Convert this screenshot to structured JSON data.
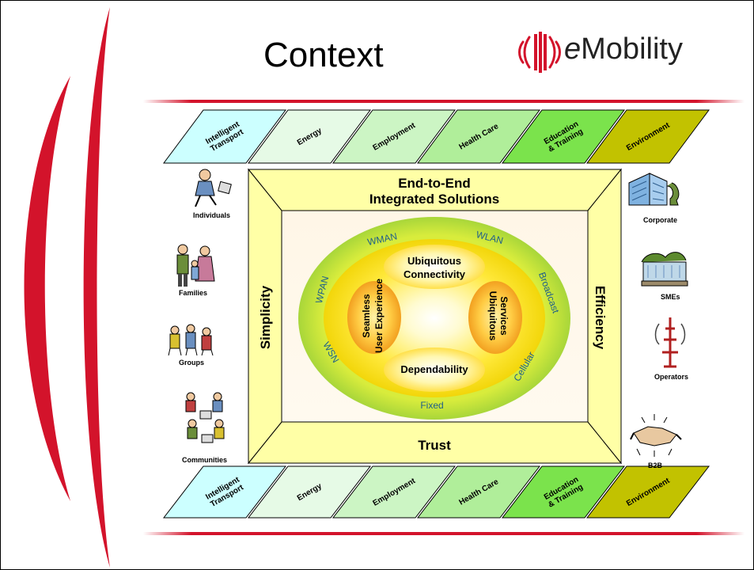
{
  "title": "Context",
  "logo": {
    "prefix": "e",
    "name": "Mobility"
  },
  "sectors": [
    "Intelligent\nTransport",
    "Energy",
    "Employment",
    "Health Care",
    "Education\n& Training",
    "Environment"
  ],
  "sector_colors": [
    "#ccffff",
    "#e6fae6",
    "#ccf5c4",
    "#b0ee9a",
    "#7be34c",
    "#c2c200"
  ],
  "frame": {
    "top": "End-to-End\nIntegrated Solutions",
    "bottom": "Trust",
    "left": "Simplicity",
    "right": "Efficiency"
  },
  "core": {
    "top": "Ubiquitous\nConnectivity",
    "bottom": "Dependability",
    "left": "Seamless\nUser Experience",
    "right": "Ubiquitous\nServices"
  },
  "ring": [
    "WMAN",
    "WLAN",
    "Broadcast",
    "Cellular",
    "Fixed",
    "WSN",
    "WPAN"
  ],
  "users": [
    "Individuals",
    "Families",
    "Groups",
    "Communities"
  ],
  "businesses": [
    "Corporate",
    "SMEs",
    "Operators",
    "B2B"
  ]
}
